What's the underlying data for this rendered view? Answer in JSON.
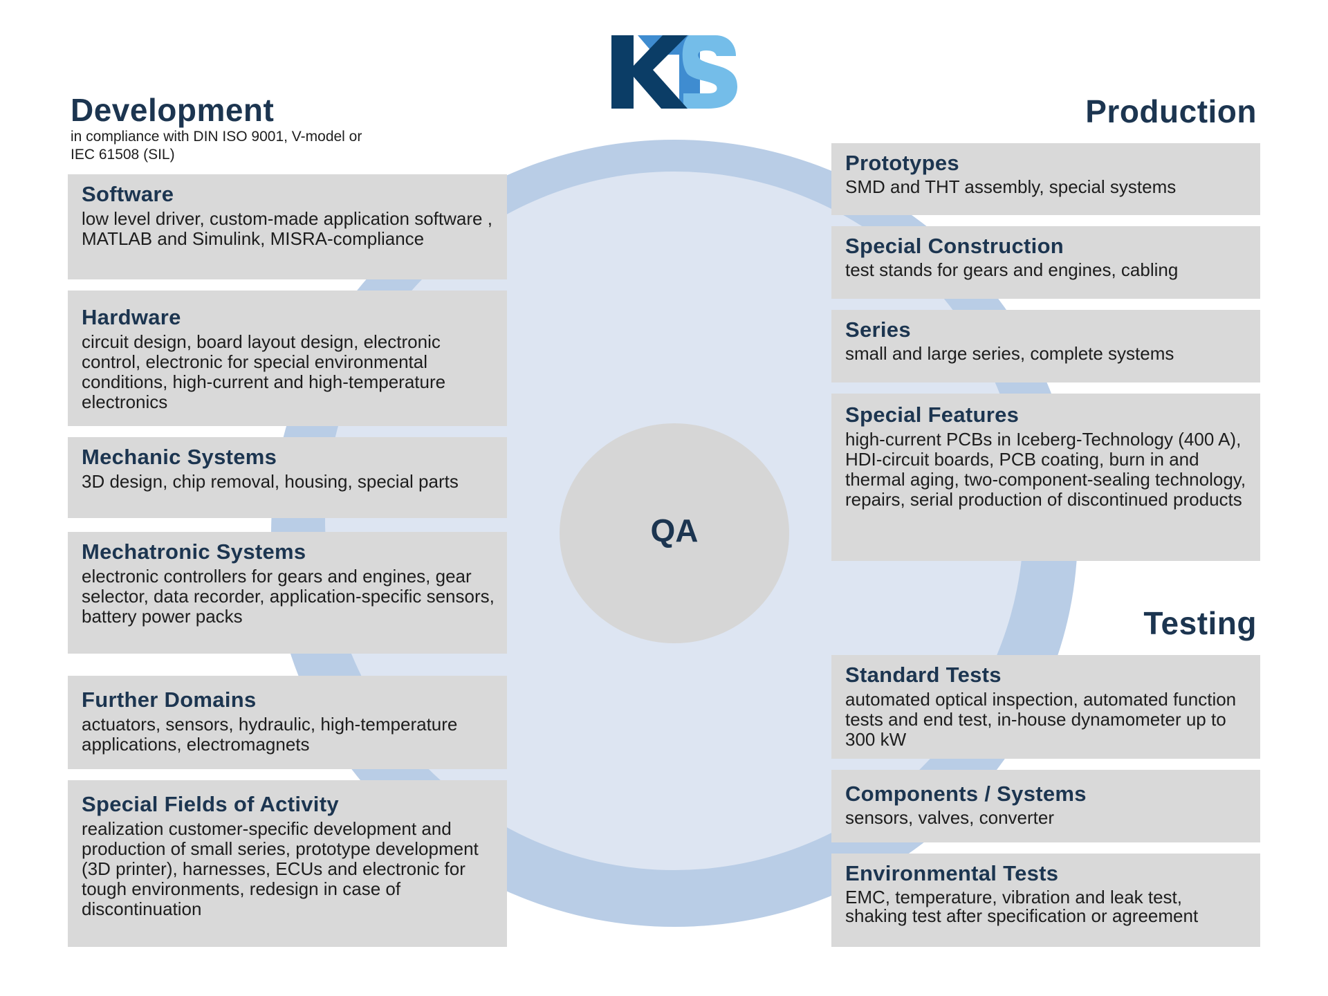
{
  "logo": {
    "text": "KTS",
    "colors": {
      "k": "#0b3d66",
      "t": "#3f8cd0",
      "s": "#74bde9"
    }
  },
  "center": {
    "label": "QA"
  },
  "colors": {
    "navy": "#1c3550",
    "box": "#d9d9d9",
    "ring": "#b9cde6",
    "ring_inner": "#dde5f2",
    "qa": "#d6d6d6"
  },
  "development": {
    "title": "Development",
    "subtitle_line1": "in compliance with DIN ISO 9001, V-model or",
    "subtitle_line2": "IEC 61508 (SIL)",
    "items": [
      {
        "title": "Software",
        "text": "low level driver, custom-made application software , MATLAB and Simulink, MISRA-compliance"
      },
      {
        "title": "Hardware",
        "text": "circuit design, board layout design, electronic control, electronic for special environmental conditions, high-current and high-temperature electronics"
      },
      {
        "title": "Mechanic Systems",
        "text": "3D design, chip removal, housing, special parts"
      },
      {
        "title": "Mechatronic Systems",
        "text": "electronic controllers for gears and engines, gear selector, data recorder, application-specific sensors, battery power packs"
      },
      {
        "title": "Further Domains",
        "text": "actuators, sensors, hydraulic, high-temperature applications, electromagnets"
      },
      {
        "title": "Special Fields of Activity",
        "text": "realization customer-specific development and production of small series, prototype development (3D printer), harnesses, ECUs and electronic for tough environments, redesign in case of discontinuation"
      }
    ]
  },
  "production": {
    "title": "Production",
    "items": [
      {
        "title": "Prototypes",
        "text": "SMD and THT assembly, special systems"
      },
      {
        "title": "Special Construction",
        "text": "test stands for gears and engines, cabling"
      },
      {
        "title": "Series",
        "text": "small and large series, complete systems"
      },
      {
        "title": "Special Features",
        "text": "high-current PCBs in Iceberg-Technology (400 A), HDI-circuit boards, PCB coating, burn in and thermal aging, two-component-sealing technology, repairs, serial production of discontinued products"
      }
    ]
  },
  "testing": {
    "title": "Testing",
    "items": [
      {
        "title": "Standard Tests",
        "text": "automated optical inspection, automated function tests and end test, in-house dynamometer up to 300 kW"
      },
      {
        "title": "Components / Systems",
        "text": "sensors, valves, converter"
      },
      {
        "title": "Environmental Tests",
        "text": "EMC, temperature, vibration and leak test, shaking test after specification or agreement"
      }
    ]
  }
}
